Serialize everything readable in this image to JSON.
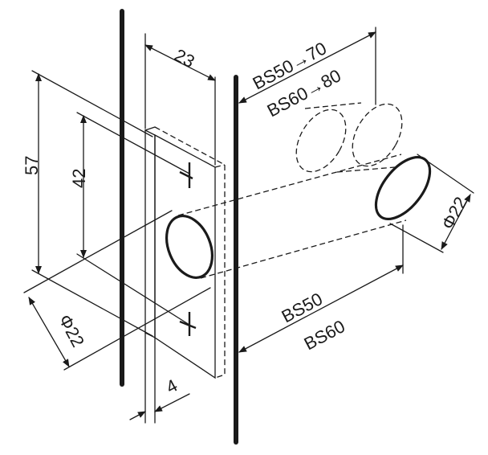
{
  "dimensions": {
    "backset_range_50": "BS50→70",
    "backset_range_60": "BS60→80",
    "width_23": "23",
    "height_57": "57",
    "height_42": "42",
    "hole_diameter_left": "Φ22",
    "hole_diameter_right": "Φ22",
    "backset_50": "BS50",
    "backset_60": "BS60",
    "thickness_4": "4"
  },
  "colors": {
    "ink": "#1a1a1a",
    "background": "#ffffff"
  }
}
